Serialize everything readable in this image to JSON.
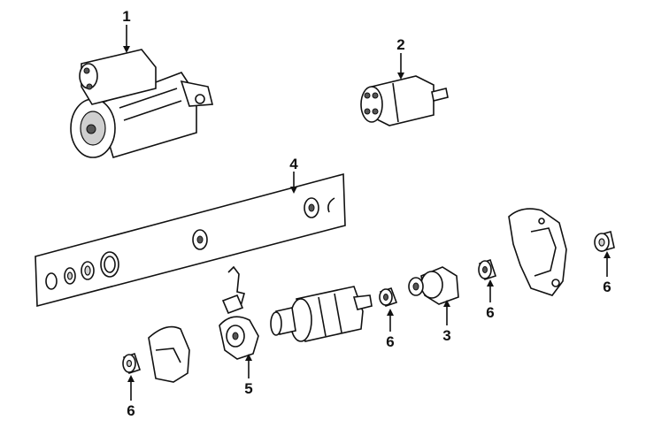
{
  "callouts": {
    "c1": "1",
    "c2": "2",
    "c3": "3",
    "c4": "4",
    "c5": "5",
    "c6a": "6",
    "c6b": "6",
    "c6c": "6",
    "c6d": "6"
  },
  "parts": {
    "p1": "starter-motor",
    "p2": "solenoid",
    "p3": "drive-pinion",
    "p4": "repair-kit-panel",
    "p5": "brush-holder",
    "p6": "bushing"
  }
}
